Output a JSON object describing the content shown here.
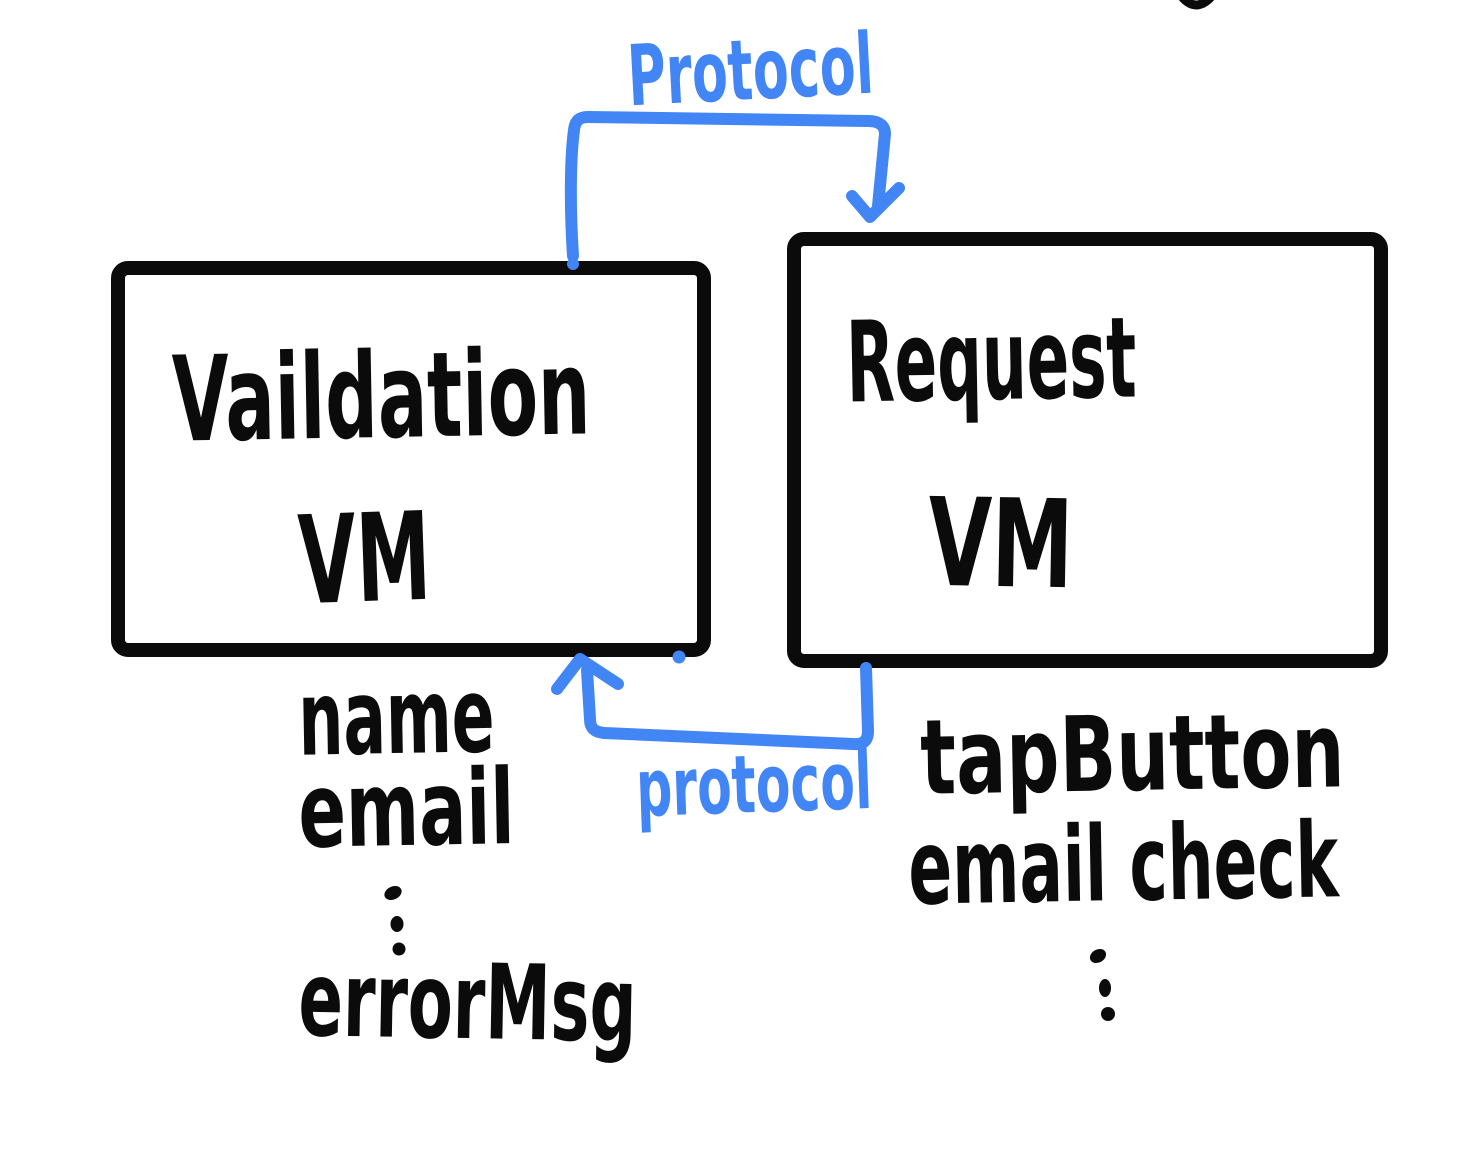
{
  "diagram_type": "hand-drawn MVVM viewmodel diagram",
  "colors": {
    "background": "#ffffff",
    "ink": "#0b0b0b",
    "accent_blue": "#4285f4"
  },
  "boxes": {
    "validation": {
      "line1": "Vaildation",
      "line2": "VM"
    },
    "request": {
      "line1": "Request",
      "line2": "VM"
    }
  },
  "arrows": {
    "top": {
      "label": "Protocol",
      "from": "validation-vm",
      "to": "request-vm"
    },
    "bottom": {
      "label": "protocol",
      "from": "request-vm",
      "to": "validation-vm"
    }
  },
  "left_column": {
    "field1": "name",
    "field2": "email",
    "field3": "errorMsg",
    "has_ellipsis": true
  },
  "right_column": {
    "field1": "tapButton",
    "field2": "email check",
    "has_ellipsis": true
  }
}
